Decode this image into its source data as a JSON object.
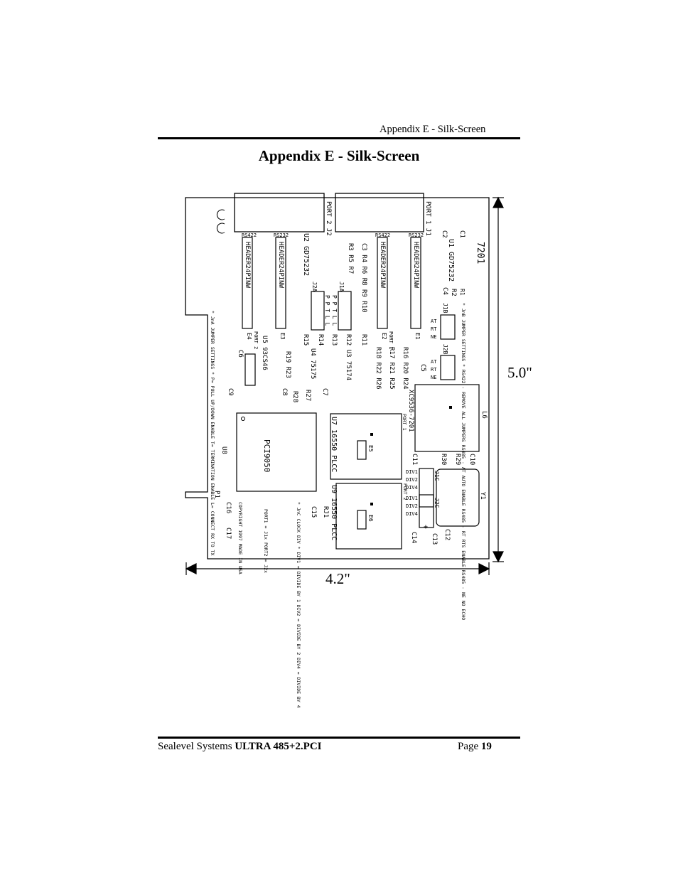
{
  "header": {
    "running_title": "Appendix E - Silk-Screen"
  },
  "heading": "Appendix E - Silk-Screen",
  "dimensions": {
    "height": "5.0\"",
    "width": "4.2\""
  },
  "board": {
    "top_left_text": "PORT 2  J2",
    "port1_text": "PORT 1  J1",
    "header_rs422_label": "RS422",
    "header_rs232_label": "RS232",
    "header_part": "HEADER24PINW",
    "u2": "U2 GD75232",
    "u1": "U1 GD75232",
    "c1": "C1",
    "c2": "C2",
    "part_7201": "7201",
    "r_series_a": "C3  R4  R6  R8  R9  R10",
    "r_series_b": "R3  R5  R7",
    "r1": "R1",
    "r2": "R2",
    "c4": "C4",
    "j1b": "J1B",
    "j2b": "J2B",
    "j2a": "J2A",
    "j1a": "J1A",
    "pptll": "P P T L L",
    "jumper_notes_right": "* JnB JUMPER SETTINGS *  RS422 - REMOVE ALL JUMPERS  RS485 - AT AUTO ENABLE  RS485 - RT RTS ENABLE  RS485 - NE NO ECHO",
    "at": "AT",
    "rt": "RT",
    "ne": "NE",
    "c5": "C5",
    "port2_label": "PORT 2",
    "port1_label": "PORT 1",
    "e1": "E1",
    "e2": "E2",
    "e3": "E3",
    "e4": "E4",
    "r11": "R11",
    "r12_u3": "R12 U3  75174",
    "r13": "R13",
    "r14": "R14",
    "u4": "U4  75175",
    "r15": "R15",
    "u5": "U5 93CS46",
    "r19_r23": "R19  R23",
    "c6": "C6",
    "c7": "C7",
    "c8": "C8",
    "c9": "C9",
    "r27": "R27",
    "r28": "R28",
    "r16_r24": "R16  R20  R24",
    "r17_r25": "R17  R21  R25",
    "r18_r26": "R18  R22  R26",
    "jumper_notes_left": "* JnA JUMPER SETTINGS *  P= PULL UP/DOWN ENABLE  T= TERMINATION ENABLE  L= CONNECT RX TO TX",
    "xilinx": "XC9536-7201",
    "l6": "L6",
    "port1_small": "PORT 1",
    "r29": "R29",
    "r30": "R30",
    "c10": "C10",
    "c11": "C11",
    "u7": "U7 16550 PLCC",
    "e5": "E5",
    "u9": "U9 16550 PLCC",
    "e6": "E6",
    "rj1": "RJ1",
    "c15": "C15",
    "port2_small": "PORT 2",
    "pci9050": "PCI9050",
    "u8": "U8",
    "p1": "P1",
    "div1": "DIV1",
    "div2": "DIV2",
    "div4": "DIV4",
    "j1c": "J1C",
    "j2c": "J2C",
    "y1": "Y1",
    "c12": "C12",
    "c13": "C13",
    "c14": "C14",
    "c16": "C16",
    "c17": "C17",
    "clock_notes": "* JnC  CLOCK DIV *  DIV1 = DIVIDE BY 1  DIV2 = DIVIDE BY 2  DIV4 = DIVIDE BY 4",
    "port_clock_notes": "PORT1 = J1x  PORT2 = J2x",
    "copyright": "COPYRIGHT 1997  MADE IN USA"
  },
  "footer": {
    "company": "Sealevel Systems",
    "product": "ULTRA 485+2.PCI",
    "page_label": "Page",
    "page_number": "19"
  }
}
